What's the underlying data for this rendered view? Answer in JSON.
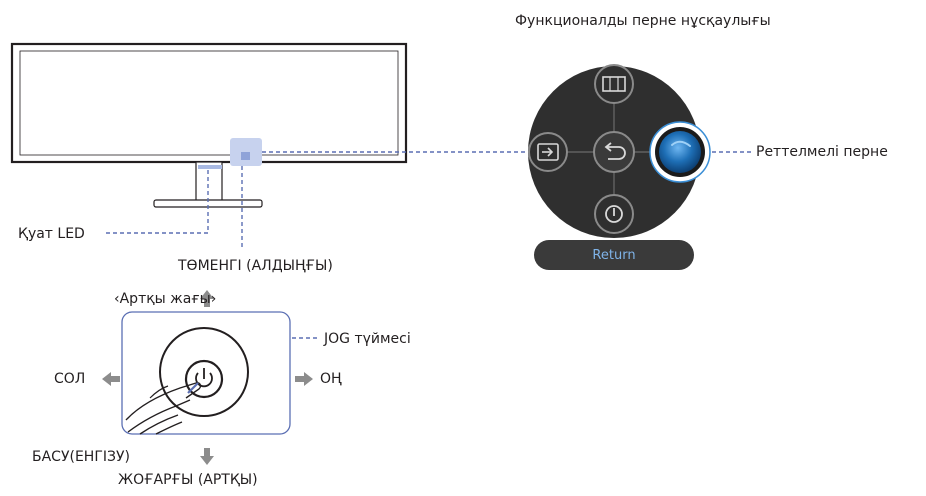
{
  "labels": {
    "function_key_guide": "Функционалды перне нұсқаулығы",
    "customizable_key": "Реттелмелі перне",
    "power_led": "Қуат LED",
    "down_front": "ТӨМЕНГІ (АЛДЫҢҒЫ)",
    "back_side": "‹Артқы жағы›",
    "jog_button": "JOG түймесі",
    "left": "СОЛ",
    "right": "ОҢ",
    "press_enter": "БАСУ(ЕНГІЗУ)",
    "up_back": "ЖОҒАРҒЫ (АРТҚЫ)",
    "return_label": "Return"
  },
  "colors": {
    "line": "#231f20",
    "dashed": "#5b6fb3",
    "highlight": "#a9b9e2",
    "dpad_dark": "#2f2f2f",
    "arrow_gray": "#8c8c8c",
    "return_text": "#7fb3e8",
    "custom_ring": "#3b8fd6"
  }
}
